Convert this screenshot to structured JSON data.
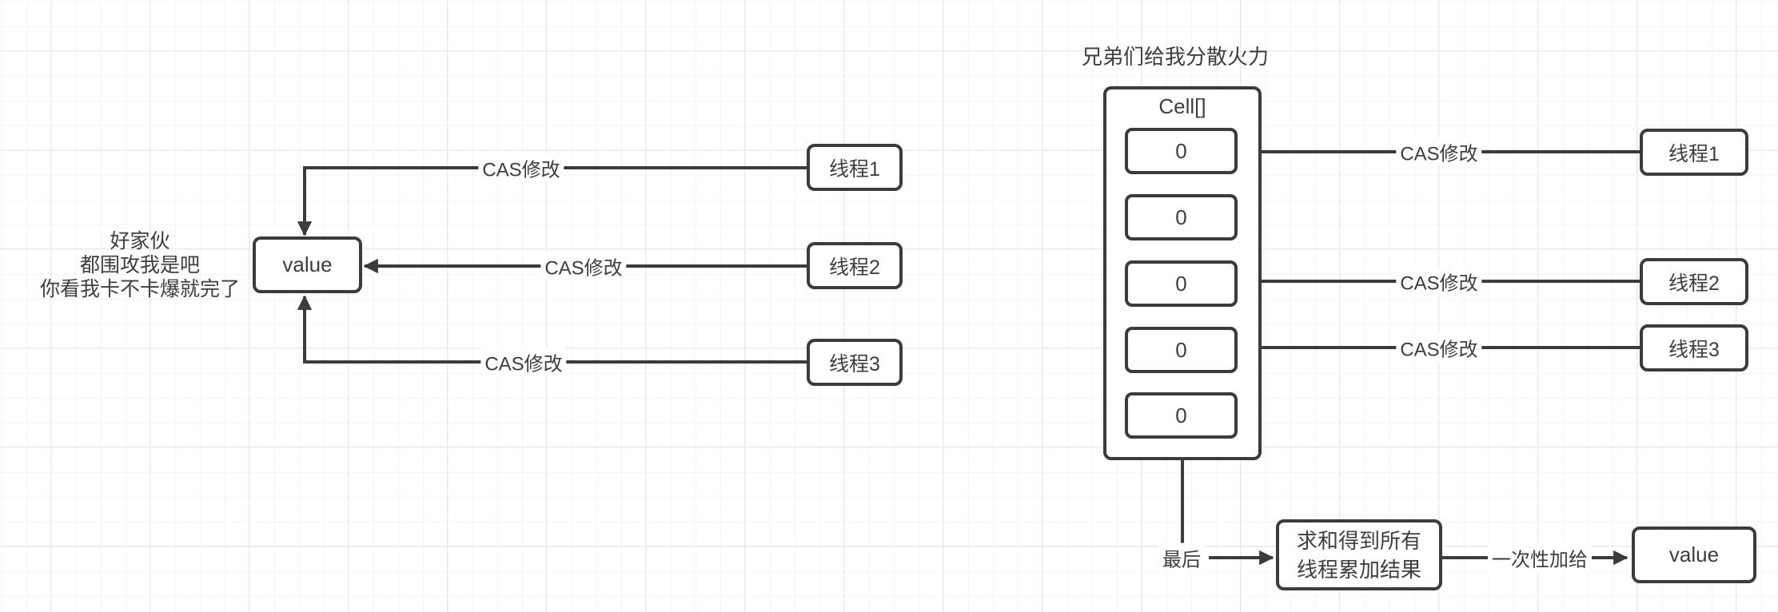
{
  "colors": {
    "stroke": "#3b3b3b",
    "text": "#3e3e3e",
    "background": "#ffffff",
    "grid_minor": "#f5f5f5",
    "grid_major": "#e9e9e9"
  },
  "left_diagram": {
    "caption_lines": [
      "好家伙",
      "都围攻我是吧",
      "你看我卡不卡爆就完了"
    ],
    "value_box_label": "value",
    "threads": [
      "线程1",
      "线程2",
      "线程3"
    ],
    "edge_labels": [
      "CAS修改",
      "CAS修改",
      "CAS修改"
    ]
  },
  "right_diagram": {
    "title": "兄弟们给我分散火力",
    "cell_array_label": "Cell[]",
    "cell_values": [
      "0",
      "0",
      "0",
      "0",
      "0"
    ],
    "threads": [
      "线程1",
      "线程2",
      "线程3"
    ],
    "edge_labels": [
      "CAS修改",
      "CAS修改",
      "CAS修改"
    ],
    "finally_label": "最后",
    "sum_box_lines": [
      "求和得到所有",
      "线程累加结果"
    ],
    "apply_label": "一次性加给",
    "value_box_label": "value"
  }
}
